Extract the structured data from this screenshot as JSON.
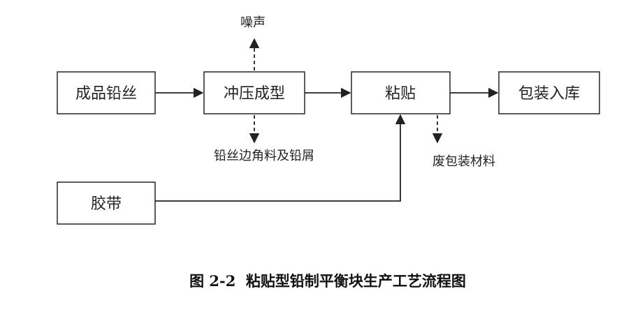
{
  "boxes": {
    "finished_wire": "成品铅丝",
    "stamping": "冲压成型",
    "bonding": "粘贴",
    "packaging": "包装入库",
    "tape": "胶带"
  },
  "outputs": {
    "noise": "噪声",
    "wire_scraps": "铅丝边角料及铅屑",
    "waste_packaging": "废包装材料"
  },
  "caption": "图 2-2  粘贴型铅制平衡块生产工艺流程图"
}
